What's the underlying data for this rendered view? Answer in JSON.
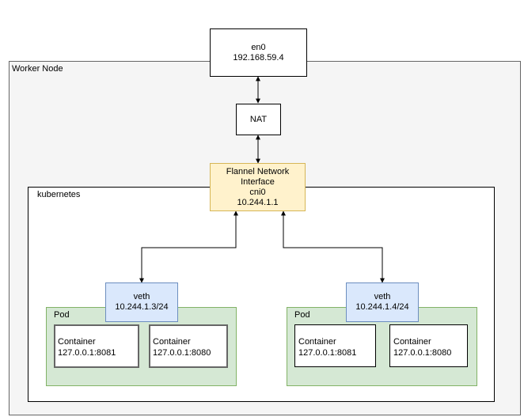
{
  "worker_node": {
    "label": "Worker Node"
  },
  "en0": {
    "name": "en0",
    "ip": "192.168.59.4"
  },
  "nat": {
    "label": "NAT"
  },
  "flannel": {
    "line1": "Flannel Network",
    "line2": "Interface",
    "name": "cni0",
    "ip": "10.244.1.1"
  },
  "kubernetes": {
    "label": "kubernetes"
  },
  "pods": [
    {
      "label": "Pod",
      "veth": {
        "name": "veth",
        "ip": "10.244.1.3/24"
      },
      "containers": [
        {
          "label": "Container",
          "addr": "127.0.0.1:8081"
        },
        {
          "label": "Container",
          "addr": "127.0.0.1:8080"
        }
      ]
    },
    {
      "label": "Pod",
      "veth": {
        "name": "veth",
        "ip": "10.244.1.4/24"
      },
      "containers": [
        {
          "label": "Container",
          "addr": "127.0.0.1:8081"
        },
        {
          "label": "Container",
          "addr": "127.0.0.1:8080"
        }
      ]
    }
  ],
  "colors": {
    "worker_fill": "#f5f5f5",
    "flannel_fill": "#fff2cc",
    "flannel_border": "#d6b656",
    "veth_fill": "#dae8fc",
    "veth_border": "#6c8ebf",
    "pod_fill": "#d5e8d4",
    "pod_border": "#82b366"
  }
}
